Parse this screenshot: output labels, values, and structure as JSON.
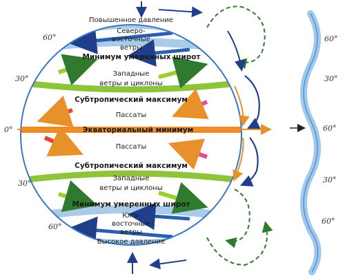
{
  "colors": {
    "globe_outline": "#3a78c2",
    "high_pressure_band": "#a9cbe8",
    "temperate_band": "#8fc33a",
    "equator_band": "#f08a24",
    "easterlies_arrow": "#2a5fb0",
    "westerlies_arrow": "#9bcf2a",
    "trades_north_arrow": "#e84a8c",
    "trades_south_arrow": "#e8402a",
    "cell_green": "#2f7a2f",
    "cell_dark_blue": "#1f3f8a",
    "wave_line": "#9ec8ec"
  },
  "latitudes_left": {
    "n60": "60°",
    "n30": "30°",
    "eq": "0°",
    "s30": "30°",
    "s60": "60°"
  },
  "latitudes_right": {
    "n60": "60°",
    "n30": "30°",
    "eq": "60°",
    "s30": "30°",
    "s60": "60°"
  },
  "zones": {
    "top_high": "Повышенное давление",
    "ne_winds_1": "Северо-",
    "ne_winds_2": "восточные",
    "ne_winds_3": "ветры",
    "min_north": "Минимум умеренных широт",
    "west_north_1": "Западные",
    "west_north_2": "ветры и циклоны",
    "subtrop_north": "Субтропический максимум",
    "trades_north": "Пассаты",
    "equator": "Экваториальный минимум",
    "trades_south": "Пассаты",
    "subtrop_south": "Субтропический максимум",
    "west_south_1": "Западные",
    "west_south_2": "ветры и циклоны",
    "min_south": "Минимум умеренных широт",
    "se_winds_1": "Юго-",
    "se_winds_2": "восточные",
    "se_winds_3": "ветры",
    "bottom_high": "Высокое давление"
  }
}
